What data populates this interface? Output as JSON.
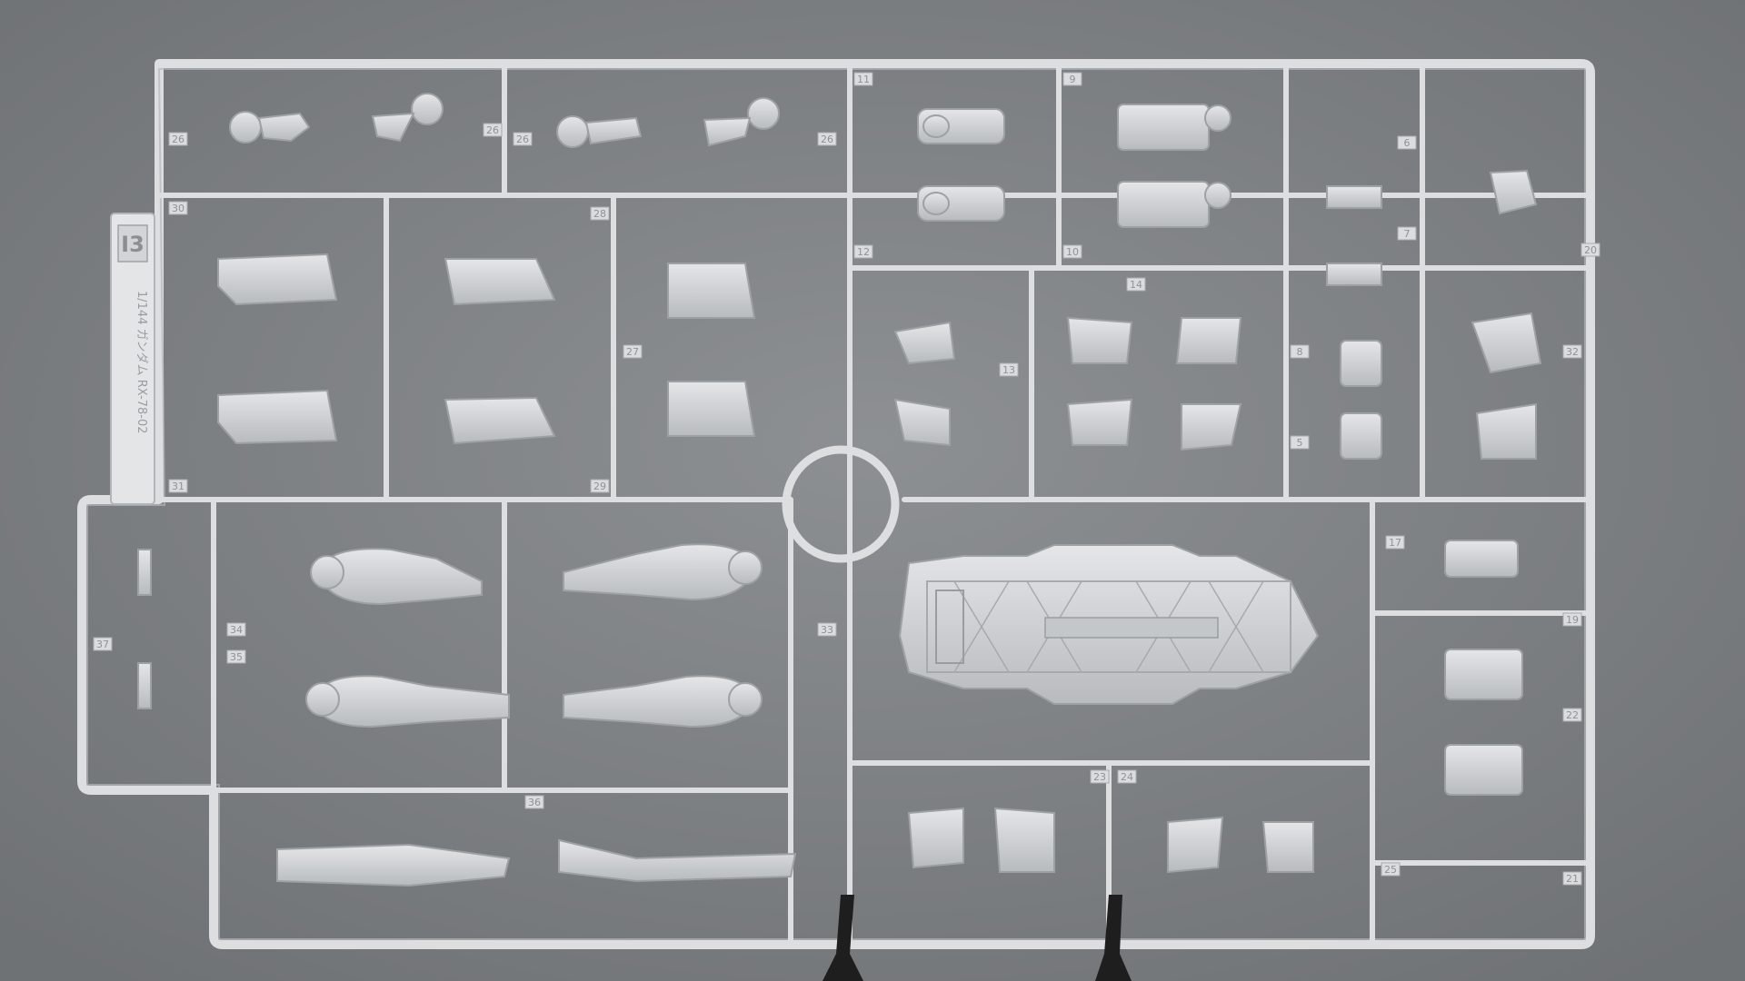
{
  "sprue": {
    "letter": "I3",
    "strip_text": "1/144 ガンダム RX-78-02",
    "gate_numbers": [
      "26",
      "26",
      "26",
      "26",
      "30",
      "28",
      "31",
      "29",
      "27",
      "37",
      "34",
      "35",
      "36",
      "33",
      "11",
      "12",
      "10",
      "9",
      "13",
      "5",
      "6",
      "7",
      "8",
      "14",
      "21",
      "22",
      "23",
      "24",
      "25",
      "32",
      "17",
      "19",
      "20"
    ]
  },
  "colors": {
    "background": "#7f8285",
    "plastic": "#d6d8da",
    "plastic_shadow": "#a9acaf",
    "runner": "#dcdedf",
    "clip": "#1e1e1e"
  }
}
